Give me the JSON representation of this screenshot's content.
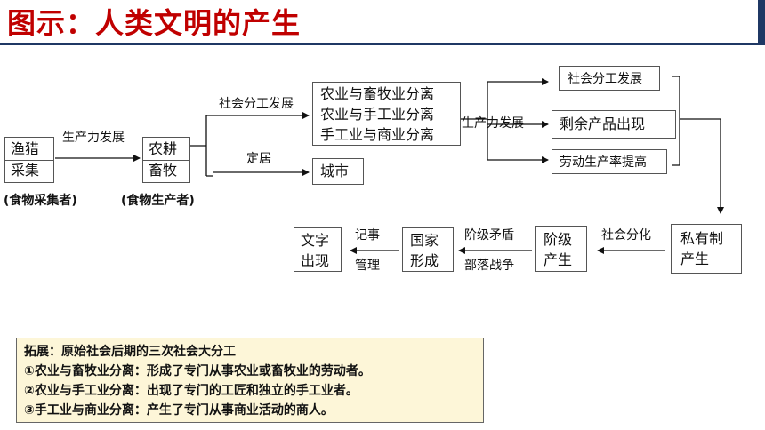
{
  "title": "图示：人类文明的产生",
  "boxes": {
    "yulie": "渔猎",
    "caiji": "采集",
    "nonggeng": "农耕",
    "xumu": "畜牧",
    "division_1": "农业与畜牧业分离",
    "division_2": "农业与手工业分离",
    "division_3": "手工业与商业分离",
    "city": "城市",
    "social_division_result": "社会分工发展",
    "surplus": "剩余产品出现",
    "productivity": "劳动生产率提高",
    "private_1": "私有制",
    "private_2": "产生",
    "class_1": "阶级",
    "class_2": "产生",
    "state_1": "国家",
    "state_2": "形成",
    "writing_1": "文字",
    "writing_2": "出现"
  },
  "labels": {
    "productivity_dev_1": "生产力发展",
    "social_division_dev": "社会分工发展",
    "settle": "定居",
    "productivity_dev_2": "生产力发展",
    "social_differentiation": "社会分化",
    "class_conflict": "阶级矛盾",
    "tribal_war": "部落战争",
    "record": "记事",
    "management": "管理",
    "food_gatherers": "(食物采集者)",
    "food_producers": "(食物生产者)"
  },
  "note": {
    "heading": "拓展：原始社会后期的三次社会大分工",
    "item_1": "①农业与畜牧业分离：形成了专门从事农业或畜牧业的劳动者。",
    "item_2": "②农业与手工业分离：出现了专门的工匠和独立的手工业者。",
    "item_3": "③手工业与商业分离：产生了专门从事商业活动的商人。"
  },
  "colors": {
    "title": "#c00000",
    "header_rule": "#1f3864",
    "note_background": "#fdf6d8"
  }
}
